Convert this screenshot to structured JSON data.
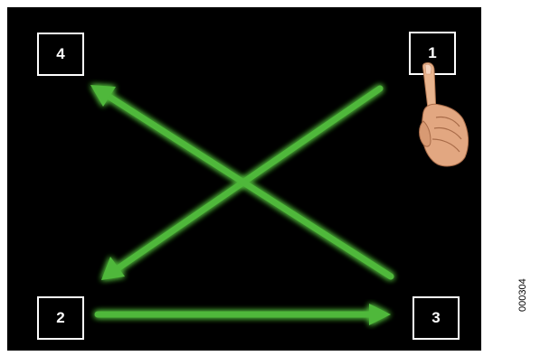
{
  "diagram": {
    "background_color": "#000000",
    "arrow_color": "#4fb83a",
    "boxes": [
      {
        "id": "1",
        "label": "1"
      },
      {
        "id": "2",
        "label": "2"
      },
      {
        "id": "3",
        "label": "3"
      },
      {
        "id": "4",
        "label": "4"
      }
    ],
    "arrows": [
      {
        "from": "1",
        "to": "2"
      },
      {
        "from": "2",
        "to": "3"
      },
      {
        "from": "3",
        "to": "4"
      }
    ],
    "hand_icon": "pointing-hand-icon",
    "hand_target": "1"
  },
  "figure_id": "000304"
}
